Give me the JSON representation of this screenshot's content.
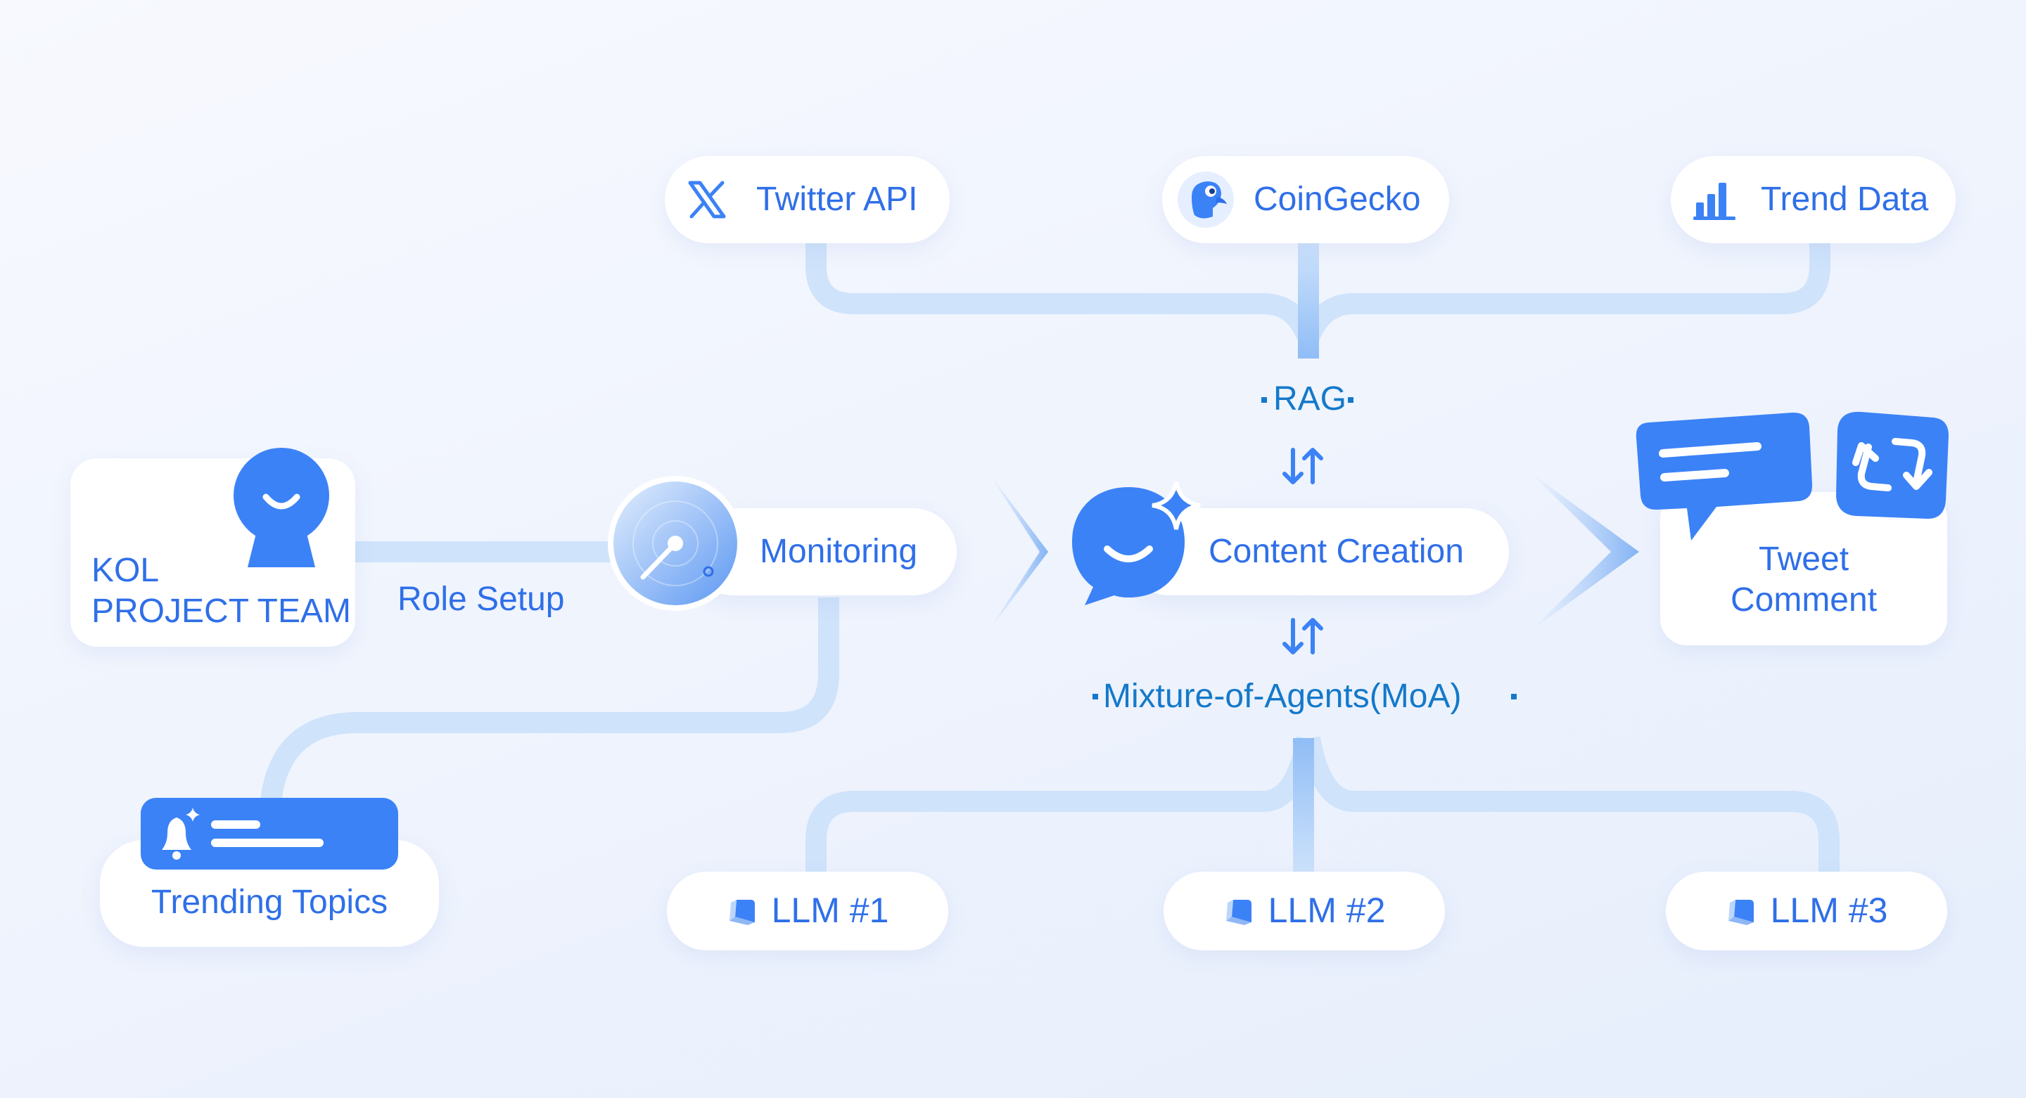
{
  "sources": [
    {
      "id": "twitter",
      "label": "Twitter API",
      "icon": "x-logo-icon"
    },
    {
      "id": "coingecko",
      "label": "CoinGecko",
      "icon": "coingecko-logo-icon"
    },
    {
      "id": "trend",
      "label": "Trend Data",
      "icon": "bar-chart-icon"
    }
  ],
  "rag_label": "RAG",
  "moa_label": "Mixture-of-Agents(MoA)",
  "kol": {
    "line1": "KOL",
    "line2": "PROJECT TEAM",
    "icon": "person-icon"
  },
  "role_setup": "Role Setup",
  "monitoring": {
    "label": "Monitoring",
    "icon": "radar-icon"
  },
  "content_creation": {
    "label": "Content Creation",
    "icon": "chat-bubble-sparkle-icon"
  },
  "output": {
    "line1": "Tweet",
    "line2": "Comment",
    "icons": [
      "speech-bubble-icon",
      "retweet-icon"
    ]
  },
  "trending": {
    "label": "Trending Topics",
    "icon": "bell-icon"
  },
  "llms": [
    {
      "label": "LLM #1",
      "icon": "cube-icon"
    },
    {
      "label": "LLM #2",
      "icon": "cube-icon"
    },
    {
      "label": "LLM #3",
      "icon": "cube-icon"
    }
  ],
  "colors": {
    "accent": "#3b82f6",
    "text": "#2f6fe8",
    "teal": "#1479c9",
    "connector": "#cfe3fb"
  }
}
